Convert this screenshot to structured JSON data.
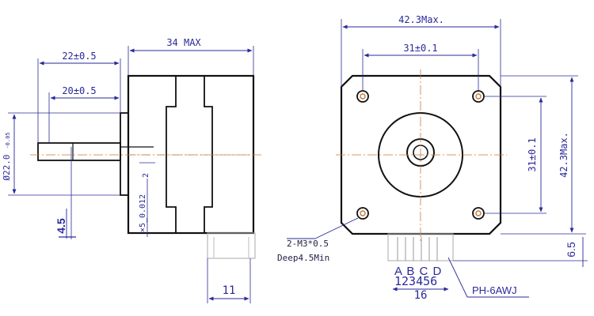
{
  "side_view": {
    "dim_total_length": "34 MAX",
    "dim_shaft_22": "22±0.5",
    "dim_shaft_20": "20±0.5",
    "dim_boss_diameter": "Ø22.0",
    "dim_boss_diameter_tol": "-0.05",
    "dim_flat": "4.5",
    "dim_shaft_diameter": "×5_0.012",
    "dim_small_2": "2",
    "dim_connector_11": "11"
  },
  "front_view": {
    "dim_width": "42.3Max.",
    "dim_hole_spacing_h": "31±0.1",
    "dim_hole_spacing_v": "31±0.1",
    "dim_height": "42.3Max.",
    "dim_connector_offset": "6.5",
    "hole_note_line1": "2-M3*0.5",
    "hole_note_line2": "Deep4.5Min",
    "pin_letters": "A B C D",
    "pin_numbers": "123456",
    "dim_pin_16": "16",
    "connector_type": "PH-6AWJ"
  }
}
